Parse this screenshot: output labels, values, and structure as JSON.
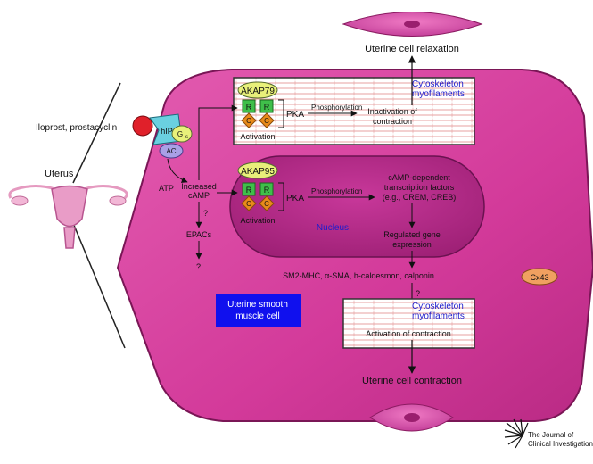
{
  "uterus": {
    "label": "Uterus"
  },
  "agonist": {
    "label": "Iloprost, prostacyclin"
  },
  "receptor": {
    "hip": "hIP",
    "gs": "G",
    "gs_sub": "s",
    "ac": "AC"
  },
  "atp": "ATP",
  "camp": {
    "line1": "Increased",
    "line2": "cAMP"
  },
  "epacs": {
    "label": "EPACs",
    "q_upper": "?",
    "q_lower": "?"
  },
  "top_box": {
    "akap": "AKAP79",
    "r": "R",
    "c": "C",
    "activation": "Activation",
    "pka": "PKA",
    "phosphorylation": "Phosphorylation",
    "target_line1": "Inactivation of",
    "target_line2": "contraction",
    "cyto_line1": "Cytoskeleton",
    "cyto_line2": "myofilaments"
  },
  "nucleus": {
    "label": "Nucleus",
    "akap": "AKAP95",
    "r": "R",
    "c": "C",
    "activation": "Activation",
    "pka": "PKA",
    "phosphorylation": "Phosphorylation",
    "tf_line1": "cAMP-dependent",
    "tf_line2": "transcription factors",
    "tf_line3": "(e.g., CREM, CREB)",
    "gene_line1": "Regulated gene",
    "gene_line2": "expression"
  },
  "proteins": {
    "list": "SM2-MHC, α-SMA, h-caldesmon, calponin",
    "cx43": "Cx43",
    "q": "?"
  },
  "cell_label": {
    "line1": "Uterine smooth",
    "line2": "muscle cell"
  },
  "bottom_box": {
    "cyto_line1": "Cytoskeleton",
    "cyto_line2": "myofilaments",
    "activation": "Activation of contraction"
  },
  "relaxation": "Uterine cell relaxation",
  "contraction": "Uterine cell contraction",
  "journal": {
    "line1": "The Journal of",
    "line2": "Clinical Investigation"
  },
  "colors": {
    "cell_fill": "#d63a9c",
    "cell_edge": "#8a1a60",
    "nucleus_fill": "#b42a86",
    "cyto_line": "#e08080",
    "akap_fill": "#e8f07a",
    "r_fill": "#3fbf4a",
    "c_fill": "#e88a1a",
    "agonist": "#e0202a",
    "hip_fill": "#6ad0e0",
    "ac_fill": "#a9a0e6",
    "label_blue": "#1d1dcc",
    "cell_label_bg": "#1010ee",
    "cx43_fill": "#f0a060"
  }
}
